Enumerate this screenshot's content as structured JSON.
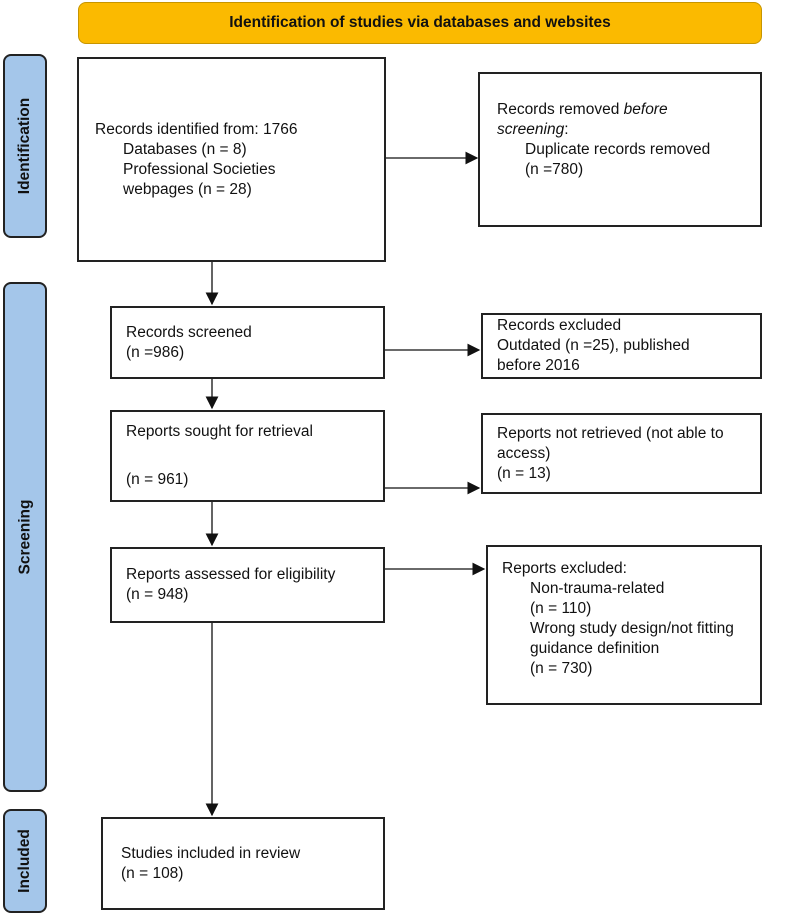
{
  "header": "Identification of studies via databases and websites",
  "phases": {
    "identification": "Identification",
    "screening": "Screening",
    "included": "Included"
  },
  "colors": {
    "header": "#FBBA00",
    "phase": "#A4C6EA"
  },
  "identified": {
    "line1": "Records identified from: 1766",
    "line2": "Databases (n = 8)",
    "line3": "Professional Societies",
    "line4": "webpages (n = 28)"
  },
  "removed": {
    "line1a": "Records removed ",
    "line1b": "before",
    "line2a": "screening",
    ":": ":",
    "line3": "Duplicate records removed",
    "line4": "(n =780)"
  },
  "screened": {
    "line1": "Records screened",
    "line2": "(n =986)"
  },
  "excluded": {
    "line1": "Records excluded",
    "line2": "Outdated (n =25), published",
    "line3": "before 2016"
  },
  "sought": {
    "line1": "Reports sought for retrieval",
    "line2": "(n = 961)"
  },
  "not_retrieved": {
    "line1": "Reports not retrieved (not able to",
    "line2": "access)",
    "line3": "(n = 13)"
  },
  "assessed": {
    "line1": "Reports assessed for eligibility",
    "line2": "(n = 948)"
  },
  "reports_excluded": {
    "line1": "Reports excluded:",
    "line2": "Non-trauma-related",
    "line3": "(n = 110)",
    "line4": "Wrong study design/not fitting",
    "line5": "guidance definition",
    "line6": "(n = 730)"
  },
  "included": {
    "line1": "Studies included in review",
    "line2": "(n = 108)"
  }
}
